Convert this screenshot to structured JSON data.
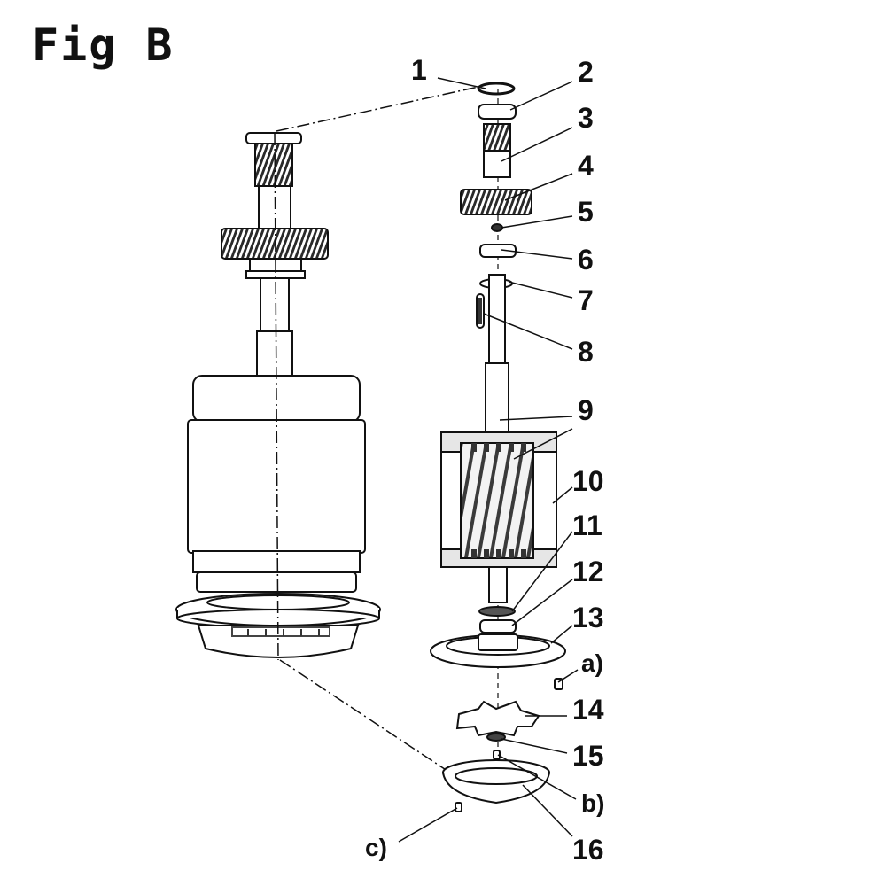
{
  "figure": {
    "title": "Fig B"
  },
  "callouts": [
    {
      "id": "1",
      "label": "1"
    },
    {
      "id": "2",
      "label": "2"
    },
    {
      "id": "3",
      "label": "3"
    },
    {
      "id": "4",
      "label": "4"
    },
    {
      "id": "5",
      "label": "5"
    },
    {
      "id": "6",
      "label": "6"
    },
    {
      "id": "7",
      "label": "7"
    },
    {
      "id": "8",
      "label": "8"
    },
    {
      "id": "9",
      "label": "9"
    },
    {
      "id": "10",
      "label": "10"
    },
    {
      "id": "11",
      "label": "11"
    },
    {
      "id": "12",
      "label": "12"
    },
    {
      "id": "13",
      "label": "13"
    },
    {
      "id": "a",
      "label": "a)"
    },
    {
      "id": "14",
      "label": "14"
    },
    {
      "id": "15",
      "label": "15"
    },
    {
      "id": "b",
      "label": "b)"
    },
    {
      "id": "16",
      "label": "16"
    },
    {
      "id": "c",
      "label": "c)"
    }
  ],
  "colors": {
    "ink": "#111111",
    "body_fill": "#ffffff",
    "gear_dark": "#3a3a3a",
    "shade": "#d8d8d8"
  }
}
